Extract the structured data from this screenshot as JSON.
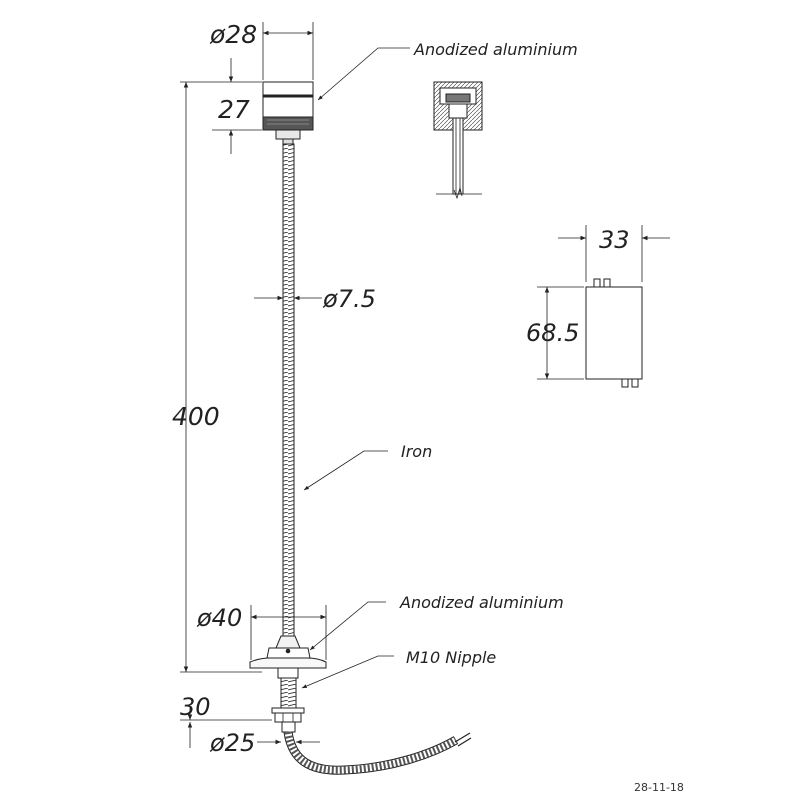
{
  "dimensions": {
    "head_diameter": "ø28",
    "head_height": "27",
    "total_length": "400",
    "rod_diameter": "ø7.5",
    "base_diameter": "ø40",
    "nipple_length": "30",
    "nipple_diameter": "ø25",
    "driver_width": "33",
    "driver_height": "68.5"
  },
  "labels": {
    "head_material": "Anodized aluminium",
    "rod_material": "Iron",
    "base_material": "Anodized aluminium",
    "nipple": "M10 Nipple"
  },
  "date": "28-11-18",
  "colors": {
    "line": "#222222",
    "background": "#ffffff"
  }
}
